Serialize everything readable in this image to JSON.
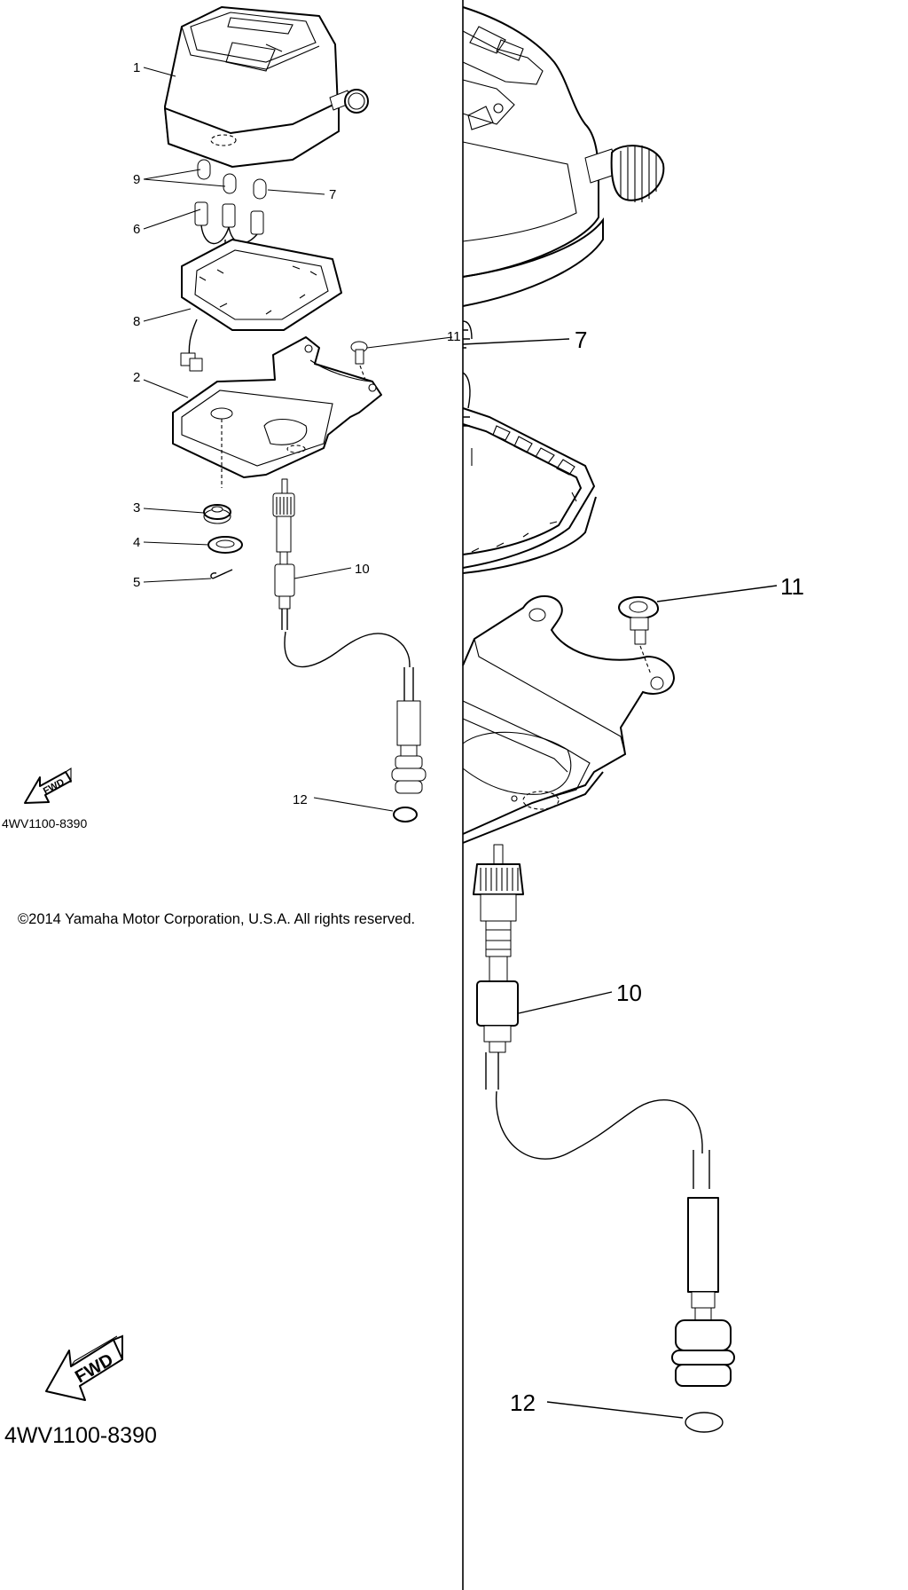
{
  "diagram": {
    "part_labels": [
      "1",
      "2",
      "3",
      "4",
      "5",
      "6",
      "7",
      "8",
      "9",
      "10",
      "11",
      "12"
    ],
    "zoom_labels": [
      "7",
      "11",
      "10",
      "12"
    ],
    "diagram_code": "4WV1100-8390",
    "zoom_diagram_code": "4WV1100-8390",
    "fwd_text": "FWD",
    "zoom_fwd_text": "FWD",
    "copyright": "©2014 Yamaha Motor Corporation, U.S.A. All rights reserved."
  },
  "colors": {
    "ink": "#000000",
    "background": "#ffffff"
  }
}
